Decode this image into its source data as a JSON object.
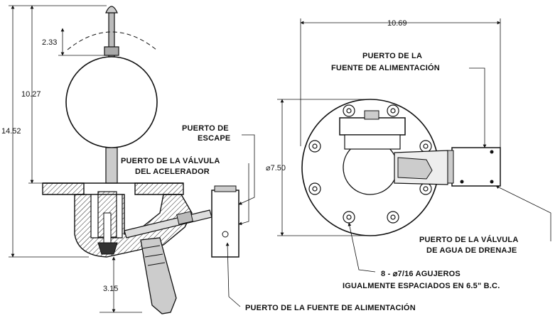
{
  "left_view": {
    "dim_float_rod": "2.33",
    "dim_upper_height": "10.27",
    "dim_total_height": "14.52",
    "dim_lower_depth": "3.15",
    "label_exhaust_line1": "PUERTO DE",
    "label_exhaust_line2": "ESCAPE",
    "label_accel_line1": "PUERTO DE LA VÁLVULA",
    "label_accel_line2": "DEL ACELERADOR",
    "label_supply_bottom": "PUERTO DE LA FUENTE DE ALIMENTACIÓN"
  },
  "right_view": {
    "dim_width": "10.69",
    "dim_diameter": "⌀7.50",
    "label_supply_line1": "PUERTO DE LA",
    "label_supply_line2": "FUENTE DE ALIMENTACIÓN",
    "label_drain_line1": "PUERTO DE LA VÁLVULA",
    "label_drain_line2": "DE AGUA DE DRENAJE",
    "label_holes_line1": "8  -  ⌀7/16  AGUJEROS",
    "label_holes_line2": "IGUALMENTE ESPACIADOS EN  6.5\"  B.C."
  }
}
